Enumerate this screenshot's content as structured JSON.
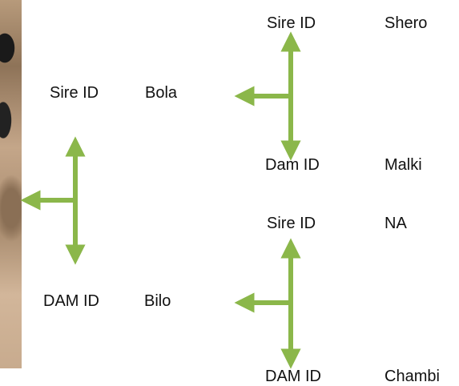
{
  "arrow_color": "#8bb74a",
  "pedigree": {
    "self": {
      "sire_label": "Sire ID",
      "sire_name": "Bola",
      "dam_label": "DAM ID",
      "dam_name": "Bilo"
    },
    "sire_parents": {
      "sire_label": "Sire ID",
      "sire_name": "Shero",
      "dam_label": "Dam ID",
      "dam_name": "Malki"
    },
    "dam_parents": {
      "sire_label": "Sire ID",
      "sire_name": "NA",
      "dam_label": "DAM ID",
      "dam_name": "Chambi"
    }
  }
}
